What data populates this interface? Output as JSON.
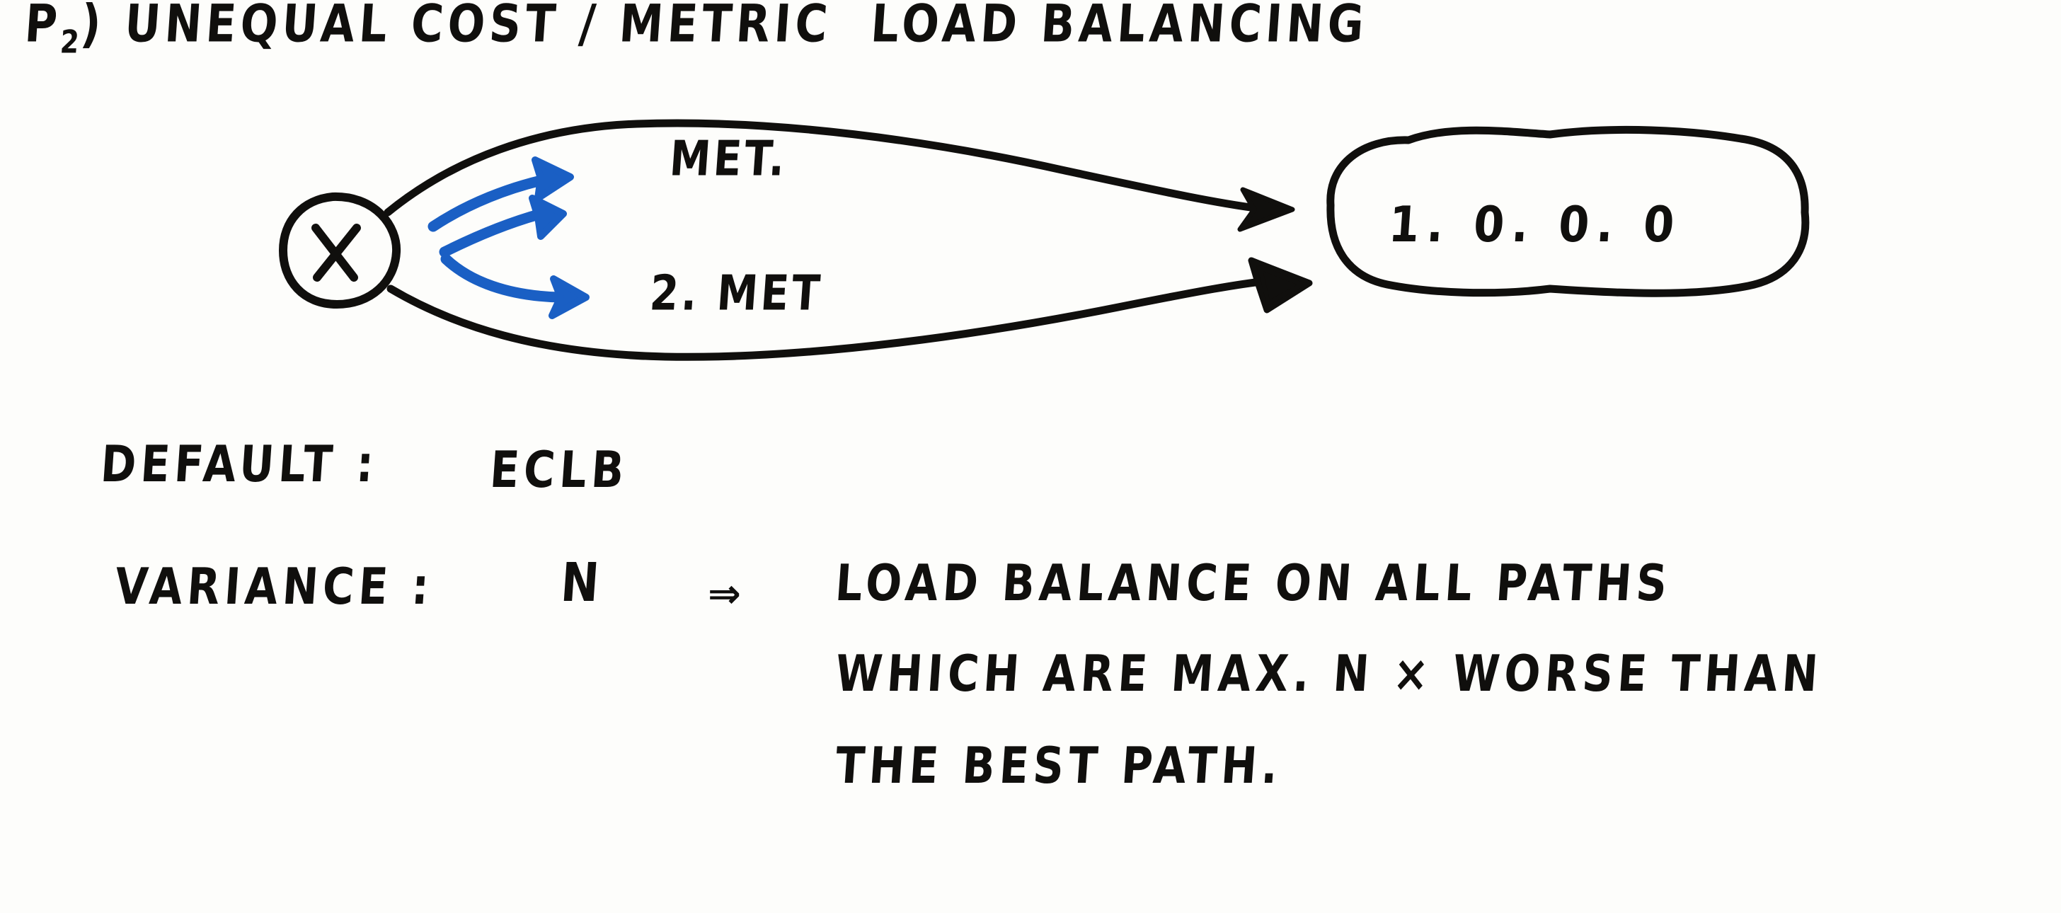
{
  "page": {
    "background_color": "#fdfdfb",
    "ink_color": "#100f0d",
    "accent_color": "#1a5fc4"
  },
  "title": {
    "marker": "P",
    "marker_subscript": "2",
    "marker_paren": ")",
    "text": "UNEQUAL COST / METRIC  LOAD BALANCING"
  },
  "diagram": {
    "source_node": {
      "label": "X",
      "shape": "circle"
    },
    "destination_node": {
      "label": "1. 0. 0. 0",
      "shape": "cloud"
    },
    "edges": [
      {
        "id": "top-path",
        "label": "MET.",
        "arrowhead": "filled-triangle"
      },
      {
        "id": "bottom-path",
        "label": "2. MET",
        "arrowhead": "filled-triangle"
      }
    ],
    "traffic_arrows": {
      "count": 3,
      "color": "#1a5fc4",
      "description": "three blue curved arrows fanning out from the source toward the paths"
    }
  },
  "notes": {
    "default": {
      "label": "DEFAULT :",
      "value": "ECLB"
    },
    "variance": {
      "label": "VARIANCE :",
      "value": "N",
      "implies_symbol": "⇒",
      "explanation_lines": [
        "LOAD BALANCE ON ALL PATHS",
        "WHICH ARE MAX. N × WORSE THAN",
        "THE BEST PATH."
      ]
    }
  }
}
